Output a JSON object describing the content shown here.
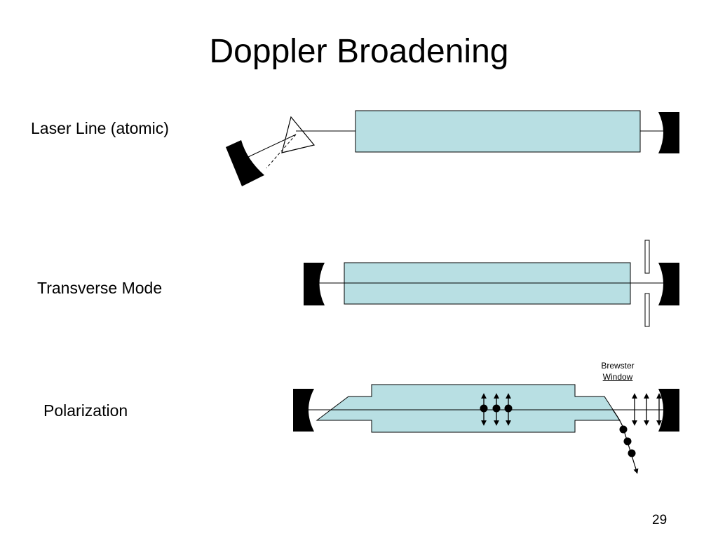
{
  "slide": {
    "title": "Doppler Broadening",
    "page_number": "29"
  },
  "rows": {
    "laser_line": {
      "label": "Laser Line (atomic)"
    },
    "transverse_mode": {
      "label": "Transverse Mode"
    },
    "polarization": {
      "label": "Polarization"
    }
  },
  "annotations": {
    "brewster_line1": "Brewster",
    "brewster_line2": "Window"
  },
  "colors": {
    "gain_medium_fill": "#b8dfe3",
    "mirror": "#000000"
  }
}
